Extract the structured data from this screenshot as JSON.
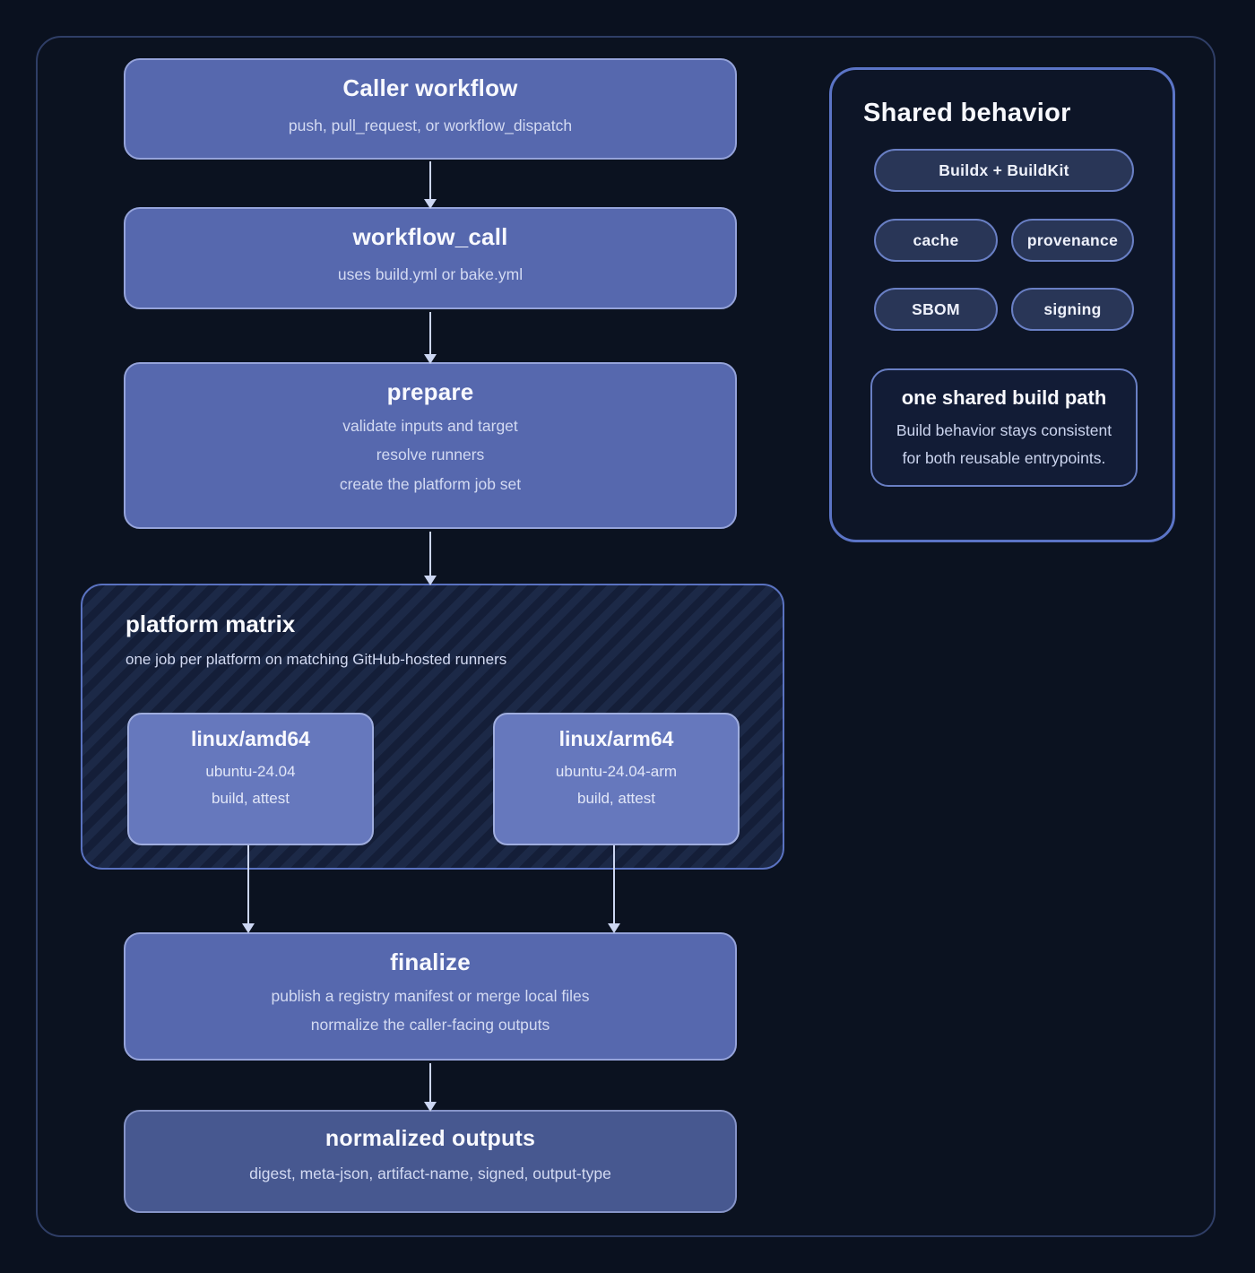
{
  "palette": {
    "page_bg": "#0a111f",
    "outer_border": "#2f3e66",
    "node_fill": "#5668ae",
    "node_border": "#95a3da",
    "job_fill": "#6678bd",
    "job_border": "#9fadde",
    "outputs_fill": "#475890",
    "matrix_border": "#5a72c0",
    "matrix_stripe_dark": "#141e38",
    "matrix_stripe_light": "#1c2947",
    "panel_border": "#5b74c6",
    "pill_fill": "#293657",
    "pill_border": "#697fc4",
    "arrow": "#ccd6f2"
  },
  "flow": {
    "caller": {
      "title": "Caller workflow",
      "lines": [
        "push, pull_request, or workflow_dispatch"
      ]
    },
    "workflow_call": {
      "title": "workflow_call",
      "lines": [
        "uses build.yml or bake.yml"
      ]
    },
    "prepare": {
      "title": "prepare",
      "lines": [
        "validate inputs and target",
        "resolve runners",
        "create the platform job set"
      ]
    },
    "matrix": {
      "title": "platform matrix",
      "subtitle": "one job per platform on matching GitHub-hosted runners",
      "jobs": [
        {
          "title": "linux/amd64",
          "lines": [
            "ubuntu-24.04",
            "build, attest"
          ]
        },
        {
          "title": "linux/arm64",
          "lines": [
            "ubuntu-24.04-arm",
            "build, attest"
          ]
        }
      ]
    },
    "finalize": {
      "title": "finalize",
      "lines": [
        "publish a registry manifest or merge local files",
        "normalize the caller-facing outputs"
      ]
    },
    "outputs": {
      "title": "normalized outputs",
      "lines": [
        "digest, meta-json, artifact-name, signed, output-type"
      ]
    }
  },
  "shared": {
    "title": "Shared behavior",
    "pills": [
      "Buildx + BuildKit",
      "cache",
      "provenance",
      "SBOM",
      "signing"
    ],
    "note": {
      "title": "one shared build path",
      "lines": [
        "Build behavior stays consistent",
        "for both reusable entrypoints."
      ]
    }
  }
}
